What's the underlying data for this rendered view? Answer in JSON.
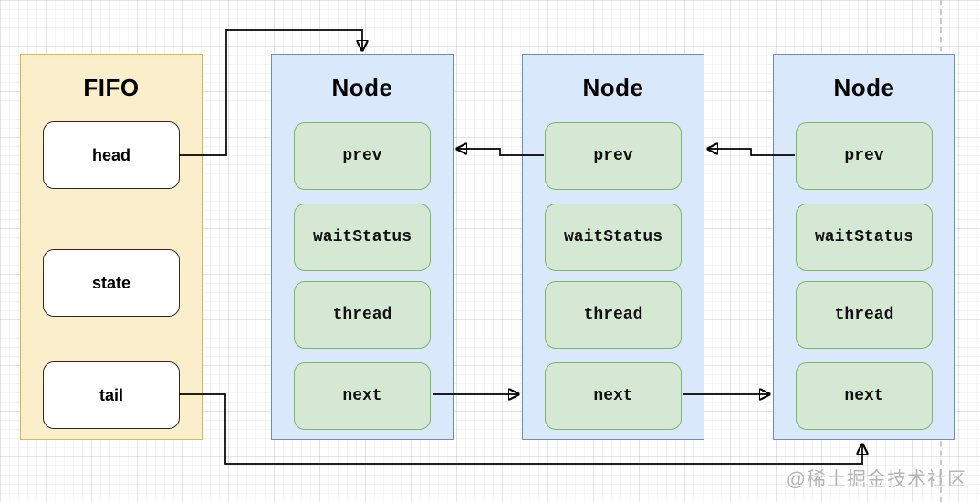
{
  "diagram": {
    "fifo": {
      "title": "FIFO",
      "fields": [
        "head",
        "state",
        "tail"
      ]
    },
    "nodes": [
      {
        "title": "Node",
        "fields": [
          "prev",
          "waitStatus",
          "thread",
          "next"
        ]
      },
      {
        "title": "Node",
        "fields": [
          "prev",
          "waitStatus",
          "thread",
          "next"
        ]
      },
      {
        "title": "Node",
        "fields": [
          "prev",
          "waitStatus",
          "thread",
          "next"
        ]
      }
    ],
    "connections": [
      "fifo.head -> node1.top",
      "node2.prev -> node1.right",
      "node3.prev -> node2.right",
      "node1.next -> node2.left",
      "node2.next -> node3.left",
      "fifo.tail -> node3.bottom"
    ],
    "watermark": "@稀土掘金技术社区",
    "colors": {
      "fifo_fill": "#fbefcb",
      "fifo_stroke": "#d6b656",
      "node_fill": "#dae8fc",
      "node_stroke": "#6c8ebf",
      "field_fill": "#d5e8d4",
      "field_stroke": "#82b366",
      "record_fill": "#ffffff",
      "record_stroke": "#2b2b2b",
      "arrow": "#000000",
      "watermark_color": "#b5b5b5"
    }
  }
}
